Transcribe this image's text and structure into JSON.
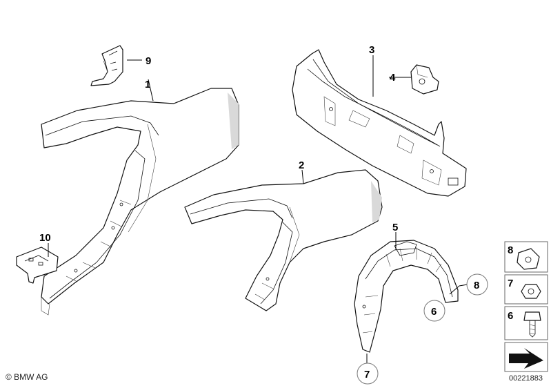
{
  "callouts": [
    {
      "id": "1",
      "label": "1"
    },
    {
      "id": "2",
      "label": "2"
    },
    {
      "id": "3",
      "label": "3"
    },
    {
      "id": "4",
      "label": "4"
    },
    {
      "id": "5",
      "label": "5"
    },
    {
      "id": "6",
      "label": "6"
    },
    {
      "id": "7",
      "label": "7"
    },
    {
      "id": "8",
      "label": "8"
    },
    {
      "id": "9",
      "label": "9"
    },
    {
      "id": "10",
      "label": "10"
    }
  ],
  "legend": [
    {
      "label": "8",
      "icon": "clip-nut-icon"
    },
    {
      "label": "7",
      "icon": "hex-nut-icon"
    },
    {
      "label": "6",
      "icon": "screw-icon"
    },
    {
      "label": "",
      "icon": "arrow-icon"
    }
  ],
  "footer": {
    "copyright": "© BMW AG",
    "diagram_id": "00221883"
  }
}
